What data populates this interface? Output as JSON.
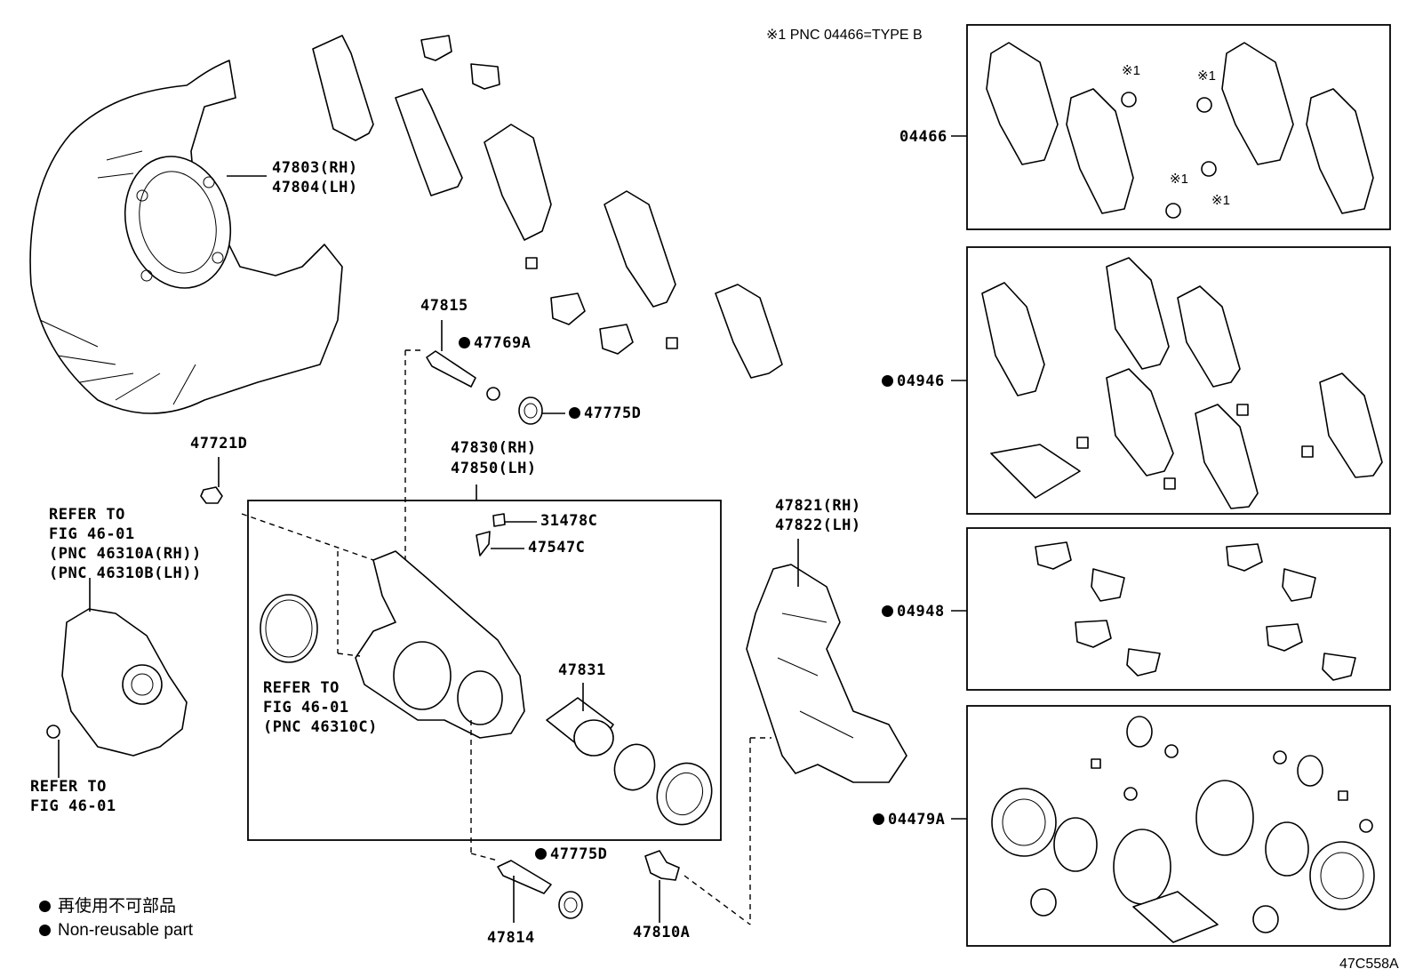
{
  "note_top": "※1 PNC 04466=TYPE B",
  "diagram_code": "47C558A",
  "labels": {
    "p47803": "47803(RH)",
    "p47804": "47804(LH)",
    "p47815": "47815",
    "p47769a": "47769A",
    "p47775d_top": "47775D",
    "p47721d": "47721D",
    "p47830": "47830(RH)",
    "p47850": "47850(LH)",
    "p31478c": "31478C",
    "p47547c": "47547C",
    "p47831": "47831",
    "p47821": "47821(RH)",
    "p47822": "47822(LH)",
    "p47775d_bot": "47775D",
    "p47814": "47814",
    "p47810a": "47810A",
    "k04466": "04466",
    "k04946": "04946",
    "k04948": "04948",
    "k04479a": "04479A"
  },
  "refer_left": [
    "REFER TO",
    "FIG 46-01",
    "(PNC 46310A(RH))",
    "(PNC 46310B(LH))"
  ],
  "refer_mid": [
    "REFER TO",
    "FIG 46-01",
    "(PNC 46310C)"
  ],
  "refer_bottom": [
    "REFER TO",
    "FIG 46-01"
  ],
  "marks": [
    "※1",
    "※1",
    "※1",
    "※1"
  ],
  "legend": [
    "再使用不可部品",
    "Non-reusable part"
  ]
}
